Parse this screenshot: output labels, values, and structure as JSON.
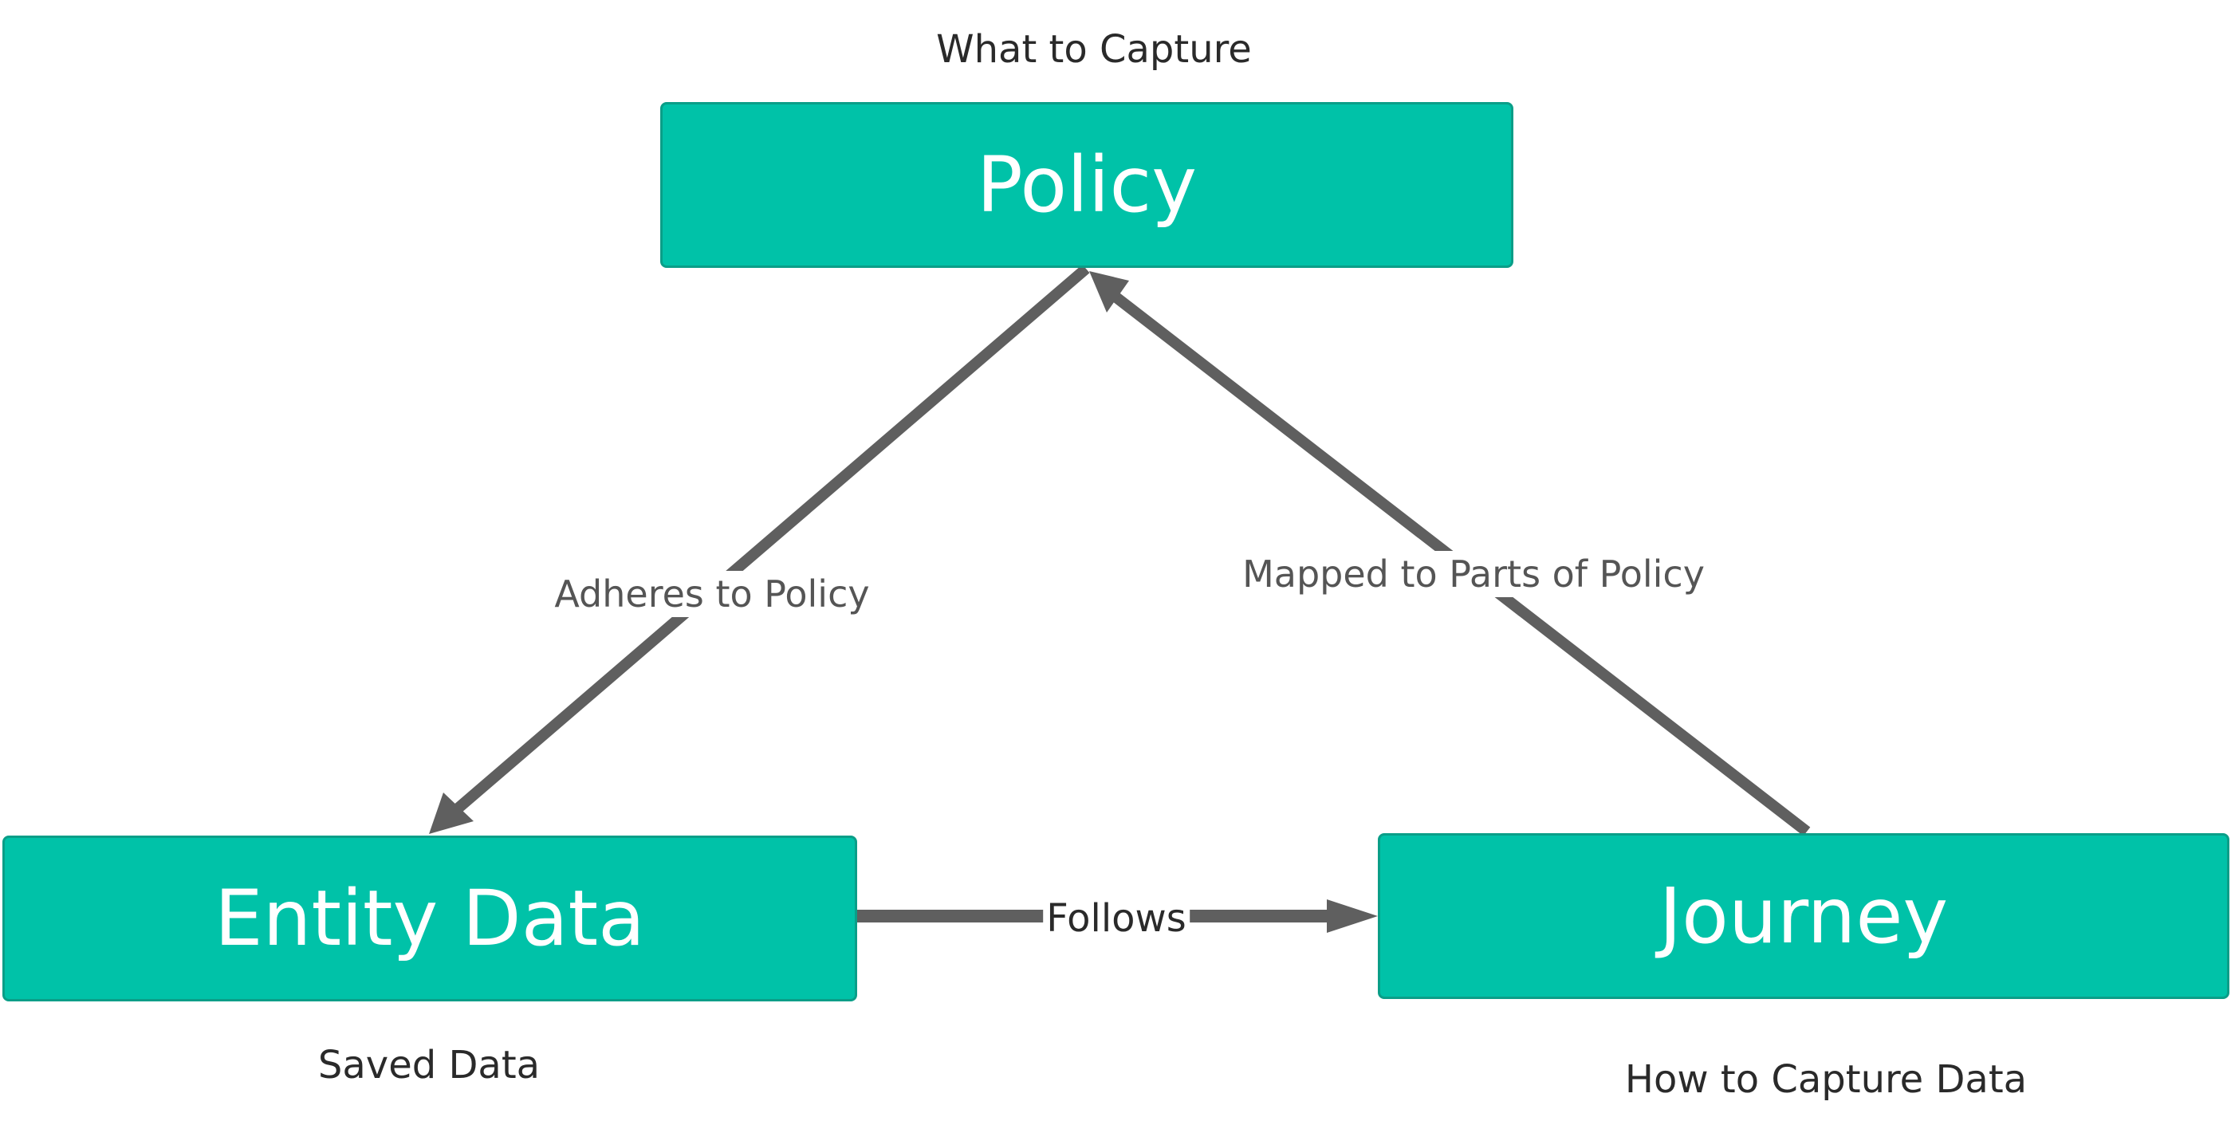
{
  "nodes": {
    "policy": {
      "label": "Policy",
      "caption": "What to Capture"
    },
    "entity": {
      "label": "Entity Data",
      "caption": "Saved Data"
    },
    "journey": {
      "label": "Journey",
      "caption": "How to Capture Data"
    }
  },
  "edges": {
    "adheres": {
      "label": "Adheres to Policy"
    },
    "mapped": {
      "label": "Mapped to Parts of Policy"
    },
    "follows": {
      "label": "Follows"
    }
  },
  "colors": {
    "node_fill": "#00c2a8",
    "node_border": "#0a9e88",
    "node_text": "#ffffff",
    "edge": "#5f5f5f",
    "edge_label": "#555555",
    "caption": "#2a2a2a"
  }
}
